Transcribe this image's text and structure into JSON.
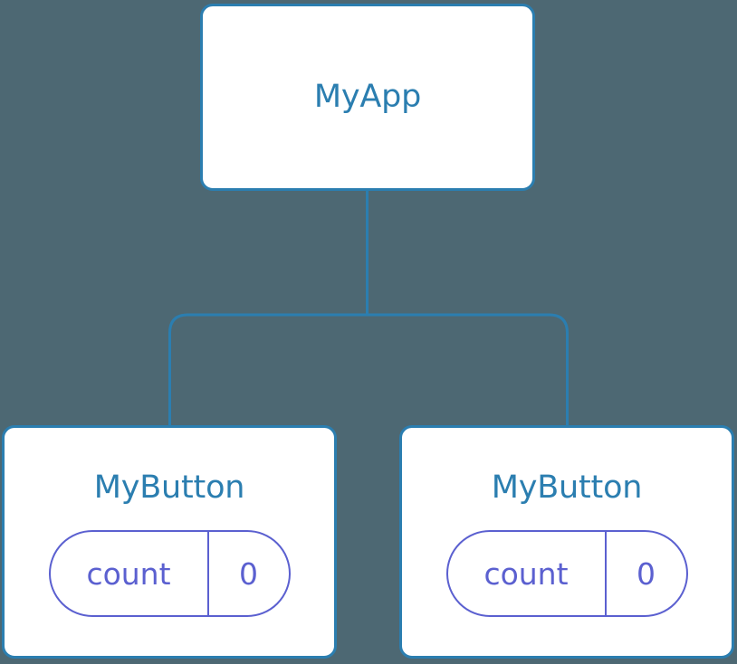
{
  "diagram": {
    "type": "component-tree",
    "background_color": "#4d6873",
    "node_border_color": "#2b7eb0",
    "node_title_color": "#2b7eb0",
    "node_fill_color": "#ffffff",
    "connector_color": "#2b7eb0",
    "pill_border_color": "#5b60d0",
    "pill_text_color": "#5b60d0",
    "root": {
      "title": "MyApp"
    },
    "children": [
      {
        "title": "MyButton",
        "state": {
          "key": "count",
          "value": "0"
        }
      },
      {
        "title": "MyButton",
        "state": {
          "key": "count",
          "value": "0"
        }
      }
    ]
  }
}
